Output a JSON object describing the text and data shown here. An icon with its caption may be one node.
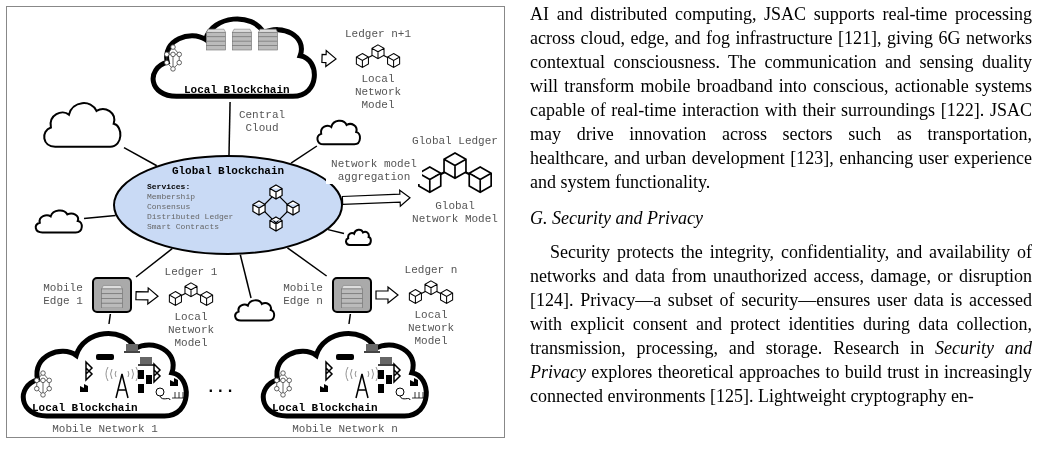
{
  "diagram": {
    "nodes": [
      {
        "text": [
          "Local Blockchain"
        ],
        "beside": [
          "Central Cloud"
        ]
      },
      {
        "text": [
          "Ledger n+1",
          "Local Network Model"
        ]
      },
      {
        "text": [
          "Global Blockchain",
          "Services:",
          "Membership",
          "Consensus",
          "Distributed Ledger",
          "Smart Contracts"
        ]
      },
      {
        "text": [
          "Global Ledger",
          "Global Network Model"
        ]
      },
      {
        "text": [
          "Mobile Edge 1"
        ]
      },
      {
        "text": [
          "Ledger 1",
          "Local Network Model"
        ]
      },
      {
        "text": [
          "Mobile Edge n"
        ]
      },
      {
        "text": [
          "Ledger n",
          "Local Network Model"
        ]
      },
      {
        "text": [
          "Local Blockchain"
        ],
        "beside": [
          "Mobile Network 1"
        ]
      },
      {
        "text": [
          "Local Blockchain"
        ],
        "beside": [
          "Mobile Network n"
        ]
      },
      {
        "text": [],
        "shape": "cloud"
      },
      {
        "text": [],
        "shape": "cloud"
      },
      {
        "text": [],
        "shape": "cloud"
      },
      {
        "text": [],
        "shape": "cloud"
      },
      {
        "text": [],
        "shape": "cloud"
      }
    ],
    "edges": [
      {
        "from": 0,
        "to": 2,
        "arrow": "none"
      },
      {
        "from": 0,
        "to": 1,
        "arrow": "to"
      },
      {
        "from": 2,
        "to": 3,
        "arrow": "to",
        "label": "Network model aggregation"
      },
      {
        "from": 10,
        "to": 2,
        "arrow": "none"
      },
      {
        "from": 11,
        "to": 2,
        "arrow": "none"
      },
      {
        "from": 12,
        "to": 2,
        "arrow": "none"
      },
      {
        "from": 13,
        "to": 2,
        "arrow": "none"
      },
      {
        "from": 14,
        "to": 2,
        "arrow": "none"
      },
      {
        "from": 2,
        "to": 4,
        "arrow": "none"
      },
      {
        "from": 2,
        "to": 6,
        "arrow": "none"
      },
      {
        "from": 4,
        "to": 5,
        "arrow": "to"
      },
      {
        "from": 6,
        "to": 7,
        "arrow": "to"
      },
      {
        "from": 4,
        "to": 8,
        "arrow": "none"
      },
      {
        "from": 6,
        "to": 9,
        "arrow": "none"
      }
    ],
    "labels": [
      "...",
      "AI and distributed computing, JSAC supports real-time processing across cloud, edge, and fog infrastructure [121], giving 6G networks contextual consciousness. The communication and sensing duality will transform mobile broadband into conscious, actionable systems capable of real-time interaction with their surroundings [122]. JSAC may drive innovation across sectors such as transportation, healthcare, and urban development [123], enhancing user experience and system functionality.",
      "G. Security and Privacy",
      "Security protects the integrity, confidentiality, and availability of networks and data from unauthorized access, damage, or disruption [124]. Privacy—a subset of security—ensures user data is accessed with explicit consent and protect identities during data collection, transmission, processing, and storage. Research in *Security and Privacy* explores theoretical approaches to build trust in increasingly connected environments [125]. Lightweight cryptography en-"
    ]
  }
}
